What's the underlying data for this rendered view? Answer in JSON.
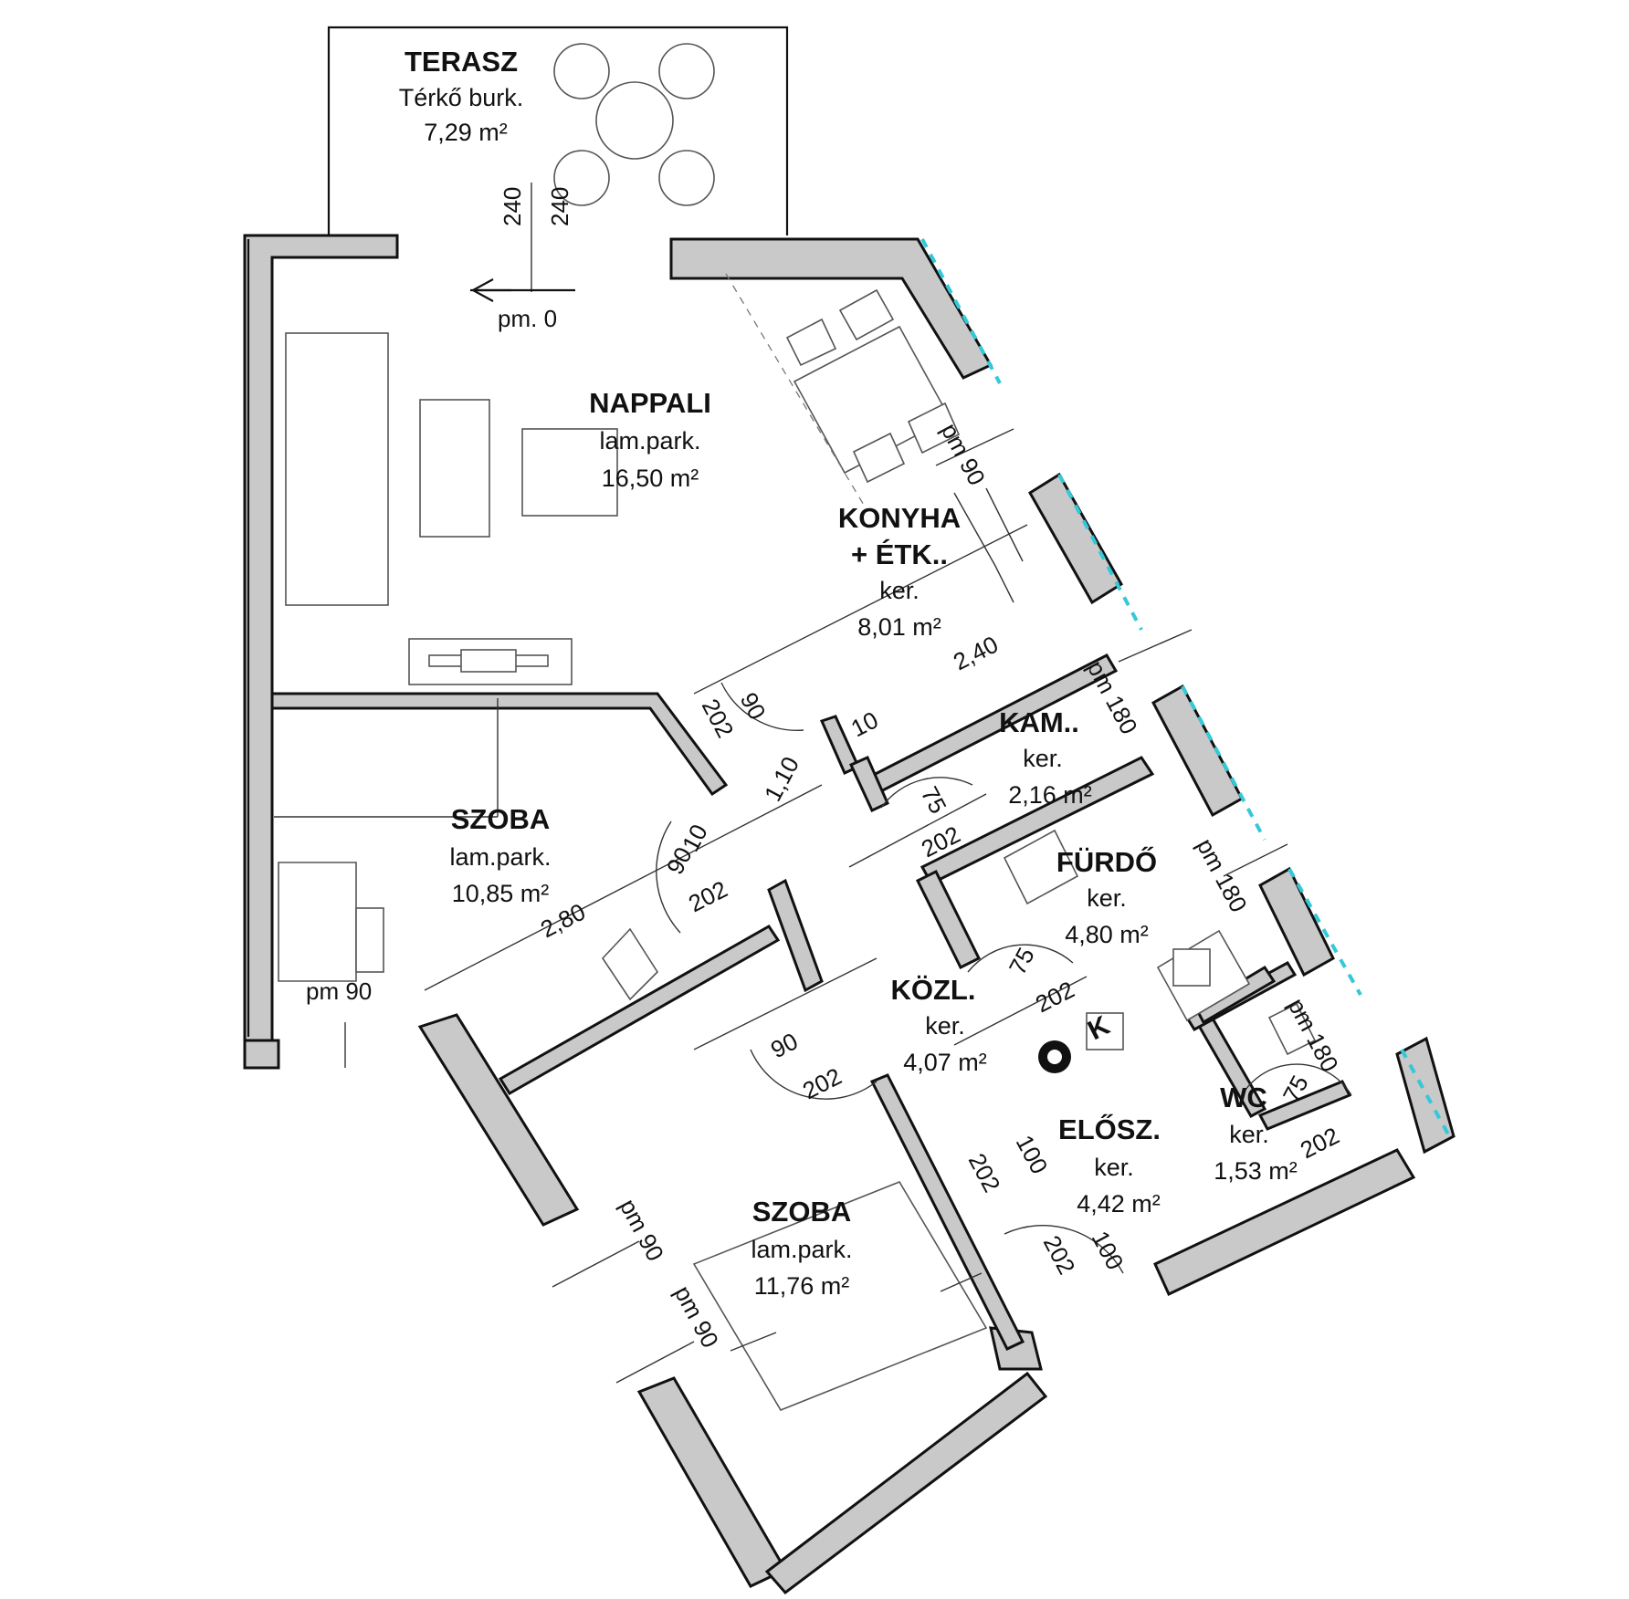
{
  "rooms": {
    "terasz": {
      "name": "TERASZ",
      "floor": "Térkő burk.",
      "area": "7,29 m²"
    },
    "nappali": {
      "name": "NAPPALI",
      "floor": "lam.park.",
      "area": "16,50 m²"
    },
    "konyha": {
      "name": "KONYHA",
      "name2": "+ ÉTK..",
      "floor": "ker.",
      "area": "8,01 m²"
    },
    "kam": {
      "name": "KAM..",
      "floor": "ker.",
      "area": "2,16 m²"
    },
    "szoba1": {
      "name": "SZOBA",
      "floor": "lam.park.",
      "area": "10,85 m²"
    },
    "furdo": {
      "name": "FÜRDŐ",
      "floor": "ker.",
      "area": "4,80 m²"
    },
    "kozl": {
      "name": "KÖZL.",
      "floor": "ker.",
      "area": "4,07 m²"
    },
    "elosz": {
      "name": "ELŐSZ.",
      "floor": "ker.",
      "area": "4,42 m²"
    },
    "wc": {
      "name": "WC",
      "floor": "ker.",
      "area": "1,53 m²"
    },
    "szoba2": {
      "name": "SZOBA",
      "floor": "lam.park.",
      "area": "11,76 m²"
    }
  },
  "dims": {
    "d240a": "240",
    "d240b": "240",
    "pm0": "pm. 0",
    "pm90_konyha": "pm 90",
    "d240_konyha": "2,40",
    "d90_a": "90",
    "d202_a": "202",
    "d10_a": "10",
    "d110": "1,10",
    "pm180_kam": "pm 180",
    "d75_kam": "75",
    "d202_kam": "202",
    "d90_b": "90",
    "d10_b": "10",
    "d202_b": "202",
    "d280": "2,80",
    "pm90_szoba1": "pm 90",
    "pm180_furdo": "pm 180",
    "d75_furdo": "75",
    "d202_furdo": "202",
    "d90_kozl": "90",
    "d202_kozl": "202",
    "pm180_wc": "pm 180",
    "d75_wc": "75",
    "d202_wc": "202",
    "d202_v": "202",
    "d100_a": "100",
    "d100_b": "100",
    "d202_entry": "202",
    "pm90_szoba2a": "pm 90",
    "pm90_szoba2b": "pm 90",
    "kemeny": "K"
  }
}
